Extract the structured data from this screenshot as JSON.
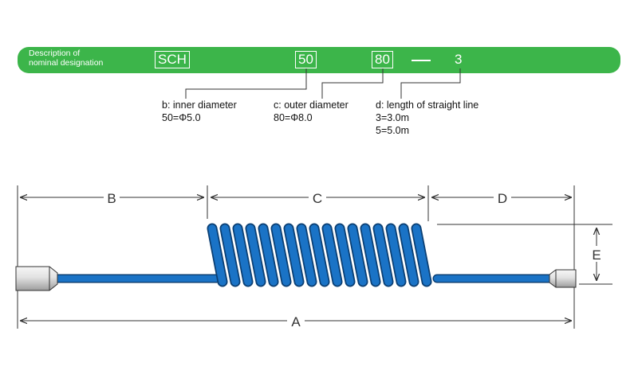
{
  "designation": {
    "description_line1": "Description of",
    "description_line2": "nominal designation",
    "series": "SCH",
    "inner_code": "50",
    "outer_code": "80",
    "length_code": "3"
  },
  "notes": {
    "b_title": "b: inner diameter",
    "b_value": "50=Φ5.0",
    "c_title": "c: outer diameter",
    "c_value": "80=Φ8.0",
    "d_title": "d: length of straight line",
    "d_value1": "3=3.0m",
    "d_value2": "5=5.0m"
  },
  "dimensions": {
    "A": "A",
    "B": "B",
    "C": "C",
    "D": "D",
    "E": "E"
  },
  "colors": {
    "green_bar": "#3cb54a",
    "hose_blue": "#1a73c6",
    "hose_outline": "#0b3f73"
  }
}
